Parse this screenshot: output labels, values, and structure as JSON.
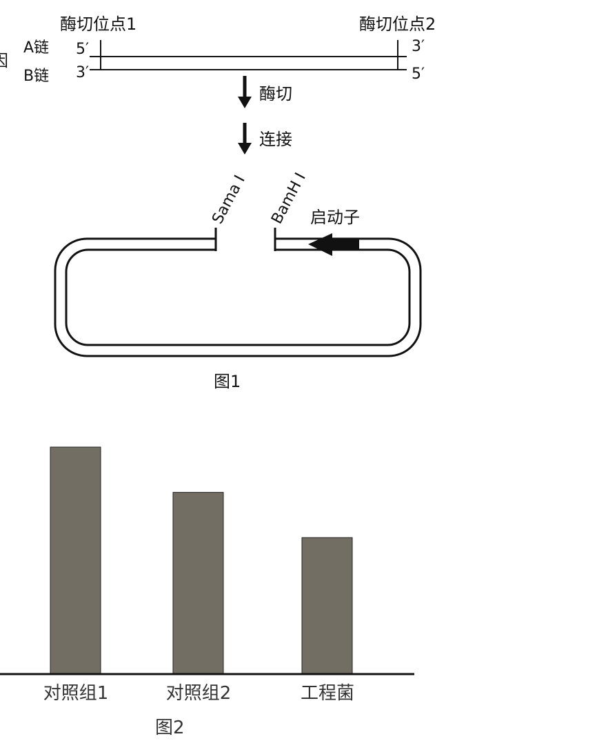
{
  "figure1": {
    "cut_label": "因",
    "site1": "酶切位点1",
    "site2": "酶切位点2",
    "strand_a": "A链",
    "strand_b": "B链",
    "a_left": "5′",
    "a_right": "3′",
    "b_left": "3′",
    "b_right": "5′",
    "step1": "酶切",
    "step2": "连接",
    "enzyme_left": "Sama I",
    "enzyme_right": "BamH I",
    "promoter": "启动子",
    "caption": "图1"
  },
  "chart_data": {
    "type": "bar",
    "categories": [
      "对照组1",
      "对照组2",
      "工程菌"
    ],
    "values": [
      5,
      4,
      3
    ],
    "bar_color": "#726e63",
    "title": "",
    "xlabel": "",
    "ylabel": "",
    "caption": "图2"
  }
}
